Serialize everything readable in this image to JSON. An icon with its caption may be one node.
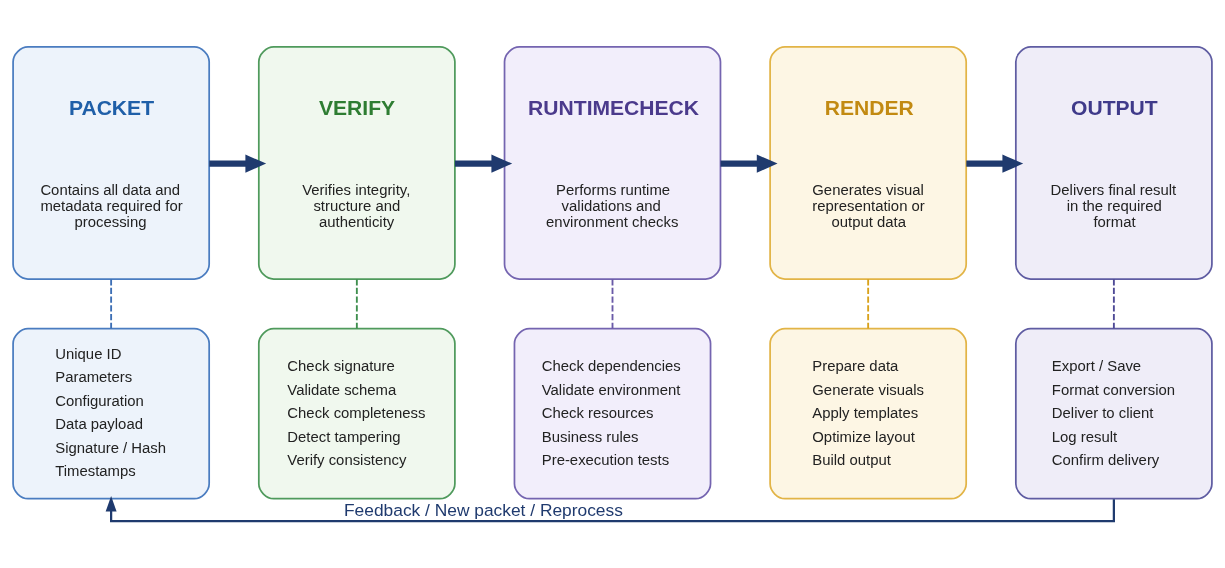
{
  "diagram": {
    "nodes": [
      {
        "text": [
          "PACKET",
          "Contains all data and metadata required for processing"
        ]
      },
      {
        "text": [
          "VERIFY",
          "Verifies integrity, structure and authenticity"
        ]
      },
      {
        "text": [
          "RUNTIMECHECK",
          "Performs runtime validations and environment checks"
        ]
      },
      {
        "text": [
          "RENDER",
          "Generates visual representation or output data"
        ]
      },
      {
        "text": [
          "OUTPUT",
          "Delivers final result in the required format"
        ]
      },
      {
        "text": [
          "Unique ID",
          "Parameters",
          "Configuration",
          "Data payload",
          "Signature / Hash",
          "Timestamps"
        ]
      },
      {
        "text": [
          "Check signature",
          "Validate schema",
          "Check completeness",
          "Detect tampering",
          "Verify consistency"
        ]
      },
      {
        "text": [
          "Check dependencies",
          "Validate environment",
          "Check resources",
          "Business rules",
          "Pre-execution tests"
        ]
      },
      {
        "text": [
          "Prepare data",
          "Generate visuals",
          "Apply templates",
          "Optimize layout",
          "Build output"
        ]
      },
      {
        "text": [
          "Export / Save",
          "Format conversion",
          "Deliver to client",
          "Log result",
          "Confirm delivery"
        ]
      }
    ],
    "edges": [
      {
        "from": 0,
        "to": 1,
        "arrow": "to",
        "style": "thick"
      },
      {
        "from": 1,
        "to": 2,
        "arrow": "to",
        "style": "thick"
      },
      {
        "from": 2,
        "to": 3,
        "arrow": "to",
        "style": "thick"
      },
      {
        "from": 3,
        "to": 4,
        "arrow": "to",
        "style": "thick"
      },
      {
        "from": 0,
        "to": 5,
        "arrow": "none",
        "style": "dashed",
        "color": "#3d6fb5"
      },
      {
        "from": 1,
        "to": 6,
        "arrow": "none",
        "style": "dashed",
        "color": "#3f8f4f"
      },
      {
        "from": 2,
        "to": 7,
        "arrow": "none",
        "style": "dashed",
        "color": "#6a5aa8"
      },
      {
        "from": 3,
        "to": 8,
        "arrow": "none",
        "style": "dashed",
        "color": "#d9a21b"
      },
      {
        "from": 4,
        "to": 9,
        "arrow": "none",
        "style": "dashed",
        "color": "#4f4a96"
      },
      {
        "from": 9,
        "to": 5,
        "arrow": "to",
        "label": "Feedback / New packet / Reprocess"
      }
    ]
  }
}
